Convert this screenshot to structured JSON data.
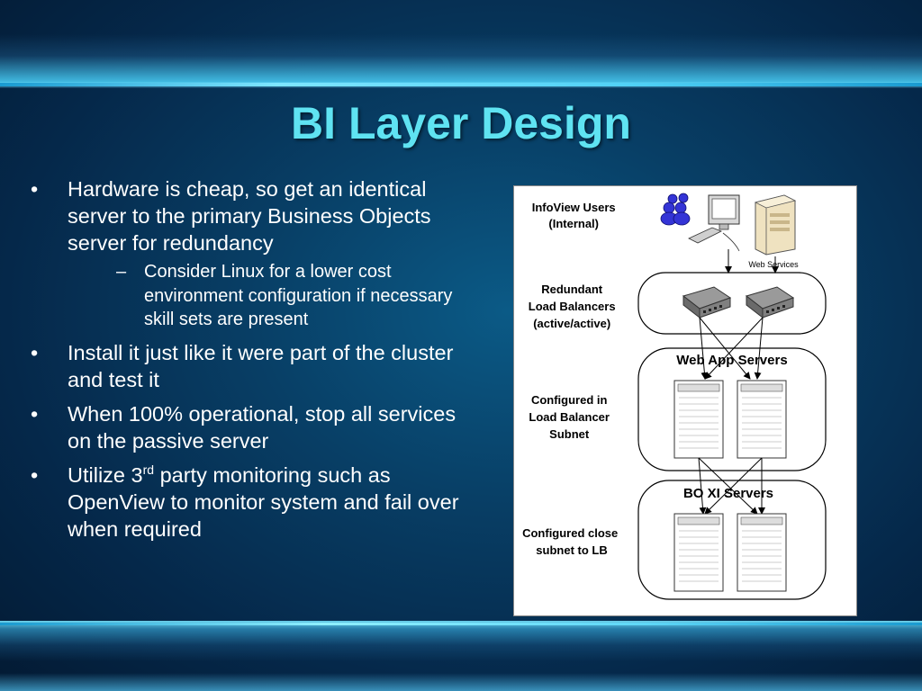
{
  "slide": {
    "title": "BI Layer Design",
    "bullets": [
      {
        "text": "Hardware is cheap, so get an identical server to the primary Business Objects server for redundancy"
      },
      {
        "sub": "Consider Linux for a lower cost environment configuration if necessary skill sets are present"
      },
      {
        "text": "Install it just like it were part of the cluster and test it"
      },
      {
        "text": "When 100% operational, stop all services on the passive server"
      },
      {
        "text_before": "Utilize 3",
        "sup": "rd",
        "text_after": " party monitoring such as OpenView to monitor system and fail over when required"
      }
    ]
  },
  "diagram": {
    "labels": {
      "users_1": "InfoView Users",
      "users_2": "(Internal)",
      "lb_1": "Redundant",
      "lb_2": "Load Balancers",
      "lb_3": "(active/active)",
      "cfg_1": "Configured in",
      "cfg_2": "Load Balancer",
      "cfg_3": "Subnet",
      "cfg2_1": "Configured close",
      "cfg2_2": "subnet to LB",
      "web_services": "Web Services",
      "web_app_servers": "Web App Servers",
      "boxi_servers": "BO XI Servers"
    },
    "icons": [
      "users-icon",
      "monitor-icon",
      "keyboard-icon",
      "server-tower-icon",
      "load-balancer-icon",
      "app-server-doc-icon"
    ]
  },
  "colors": {
    "title": "#5fe3f2",
    "text": "#ffffff",
    "users_icon": "#3a3ad8"
  }
}
